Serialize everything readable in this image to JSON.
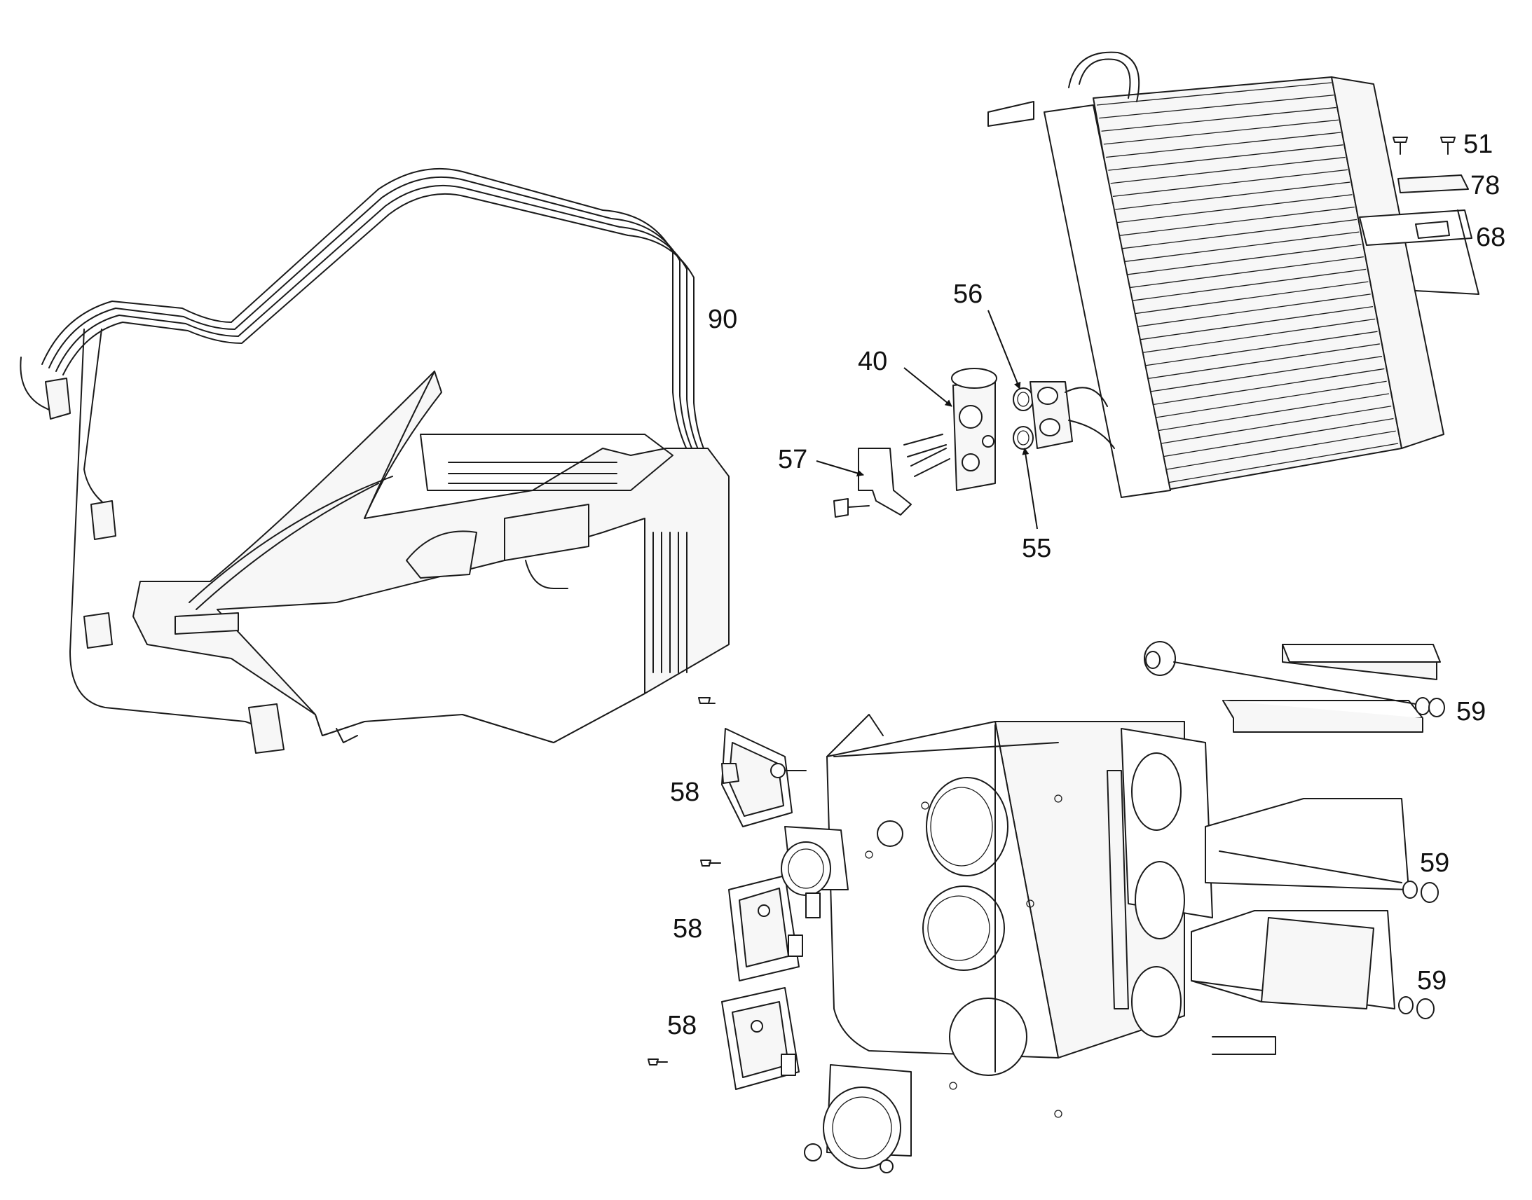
{
  "callouts": {
    "c51": "51",
    "c78": "78",
    "c68": "68",
    "c56": "56",
    "c40": "40",
    "c57": "57",
    "c55": "55",
    "c90": "90",
    "c59a": "59",
    "c59b": "59",
    "c59c": "59",
    "c58a": "58",
    "c58b": "58",
    "c58c": "58"
  }
}
